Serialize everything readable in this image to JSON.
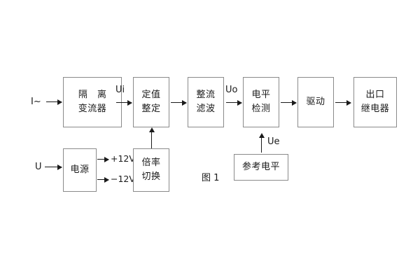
{
  "figure": {
    "caption": "图 1",
    "background_color": "#ffffff",
    "box_border_color": "#8a8a8a",
    "line_color": "#1a1a1a"
  },
  "inputs": {
    "current": "I~",
    "voltage": "U"
  },
  "signal_labels": {
    "ui": "Ui",
    "uo": "Uo",
    "ue": "Ue"
  },
  "power_rails": {
    "positive": "+12V",
    "negative": "−12V"
  },
  "blocks": [
    {
      "id": "isolation-transformer",
      "line1": "隔 离",
      "line2": "变流器"
    },
    {
      "id": "setpoint-setting",
      "line1": "定值",
      "line2": "整定"
    },
    {
      "id": "rectifier-filter",
      "line1": "整流",
      "line2": "滤波"
    },
    {
      "id": "level-detection",
      "line1": "电平",
      "line2": "检测"
    },
    {
      "id": "driver",
      "line1": "驱动",
      "line2": ""
    },
    {
      "id": "output-relay",
      "line1": "出口",
      "line2": "继电器"
    },
    {
      "id": "power-supply",
      "line1": "电源",
      "line2": ""
    },
    {
      "id": "multiplier-switch",
      "line1": "倍率",
      "line2": "切换"
    },
    {
      "id": "reference-level",
      "line1": "参考电平",
      "line2": ""
    }
  ]
}
